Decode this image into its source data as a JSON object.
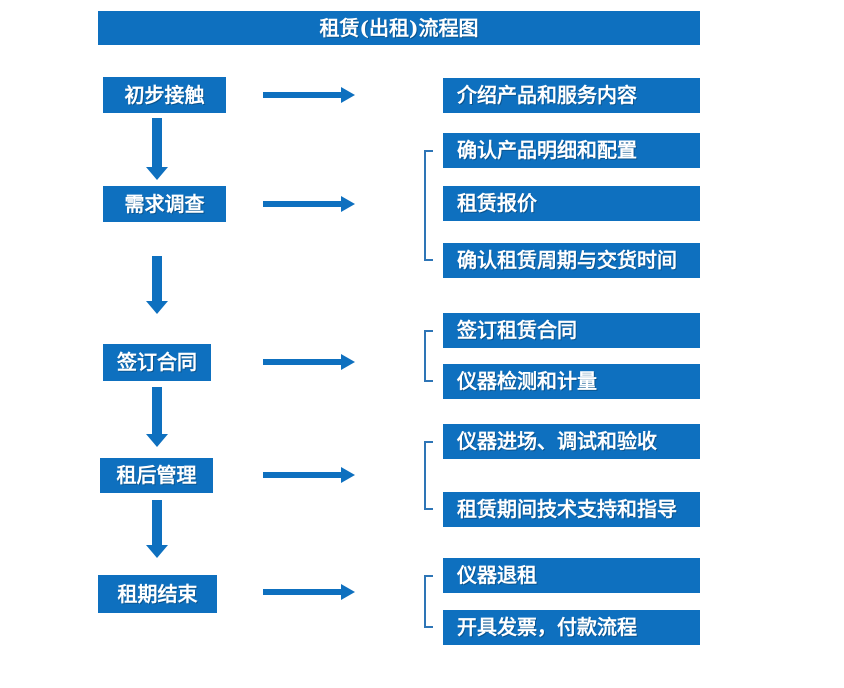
{
  "title": "租赁(出租)流程图",
  "colors": {
    "box_blue": "#0e70bf",
    "bracket_blue": "#2e75b6",
    "text": "#ffffff",
    "background": "#ffffff"
  },
  "steps": [
    {
      "label": "初步接触",
      "outputs": [
        "介绍产品和服务内容"
      ]
    },
    {
      "label": "需求调查",
      "outputs": [
        "确认产品明细和配置",
        "租赁报价",
        "确认租赁周期与交货时间"
      ]
    },
    {
      "label": "签订合同",
      "outputs": [
        "签订租赁合同",
        "仪器检测和计量"
      ]
    },
    {
      "label": "租后管理",
      "outputs": [
        "仪器进场、调试和验收",
        "租赁期间技术支持和指导"
      ]
    },
    {
      "label": "租期结束",
      "outputs": [
        "仪器退租",
        "开具发票，付款流程"
      ]
    }
  ]
}
